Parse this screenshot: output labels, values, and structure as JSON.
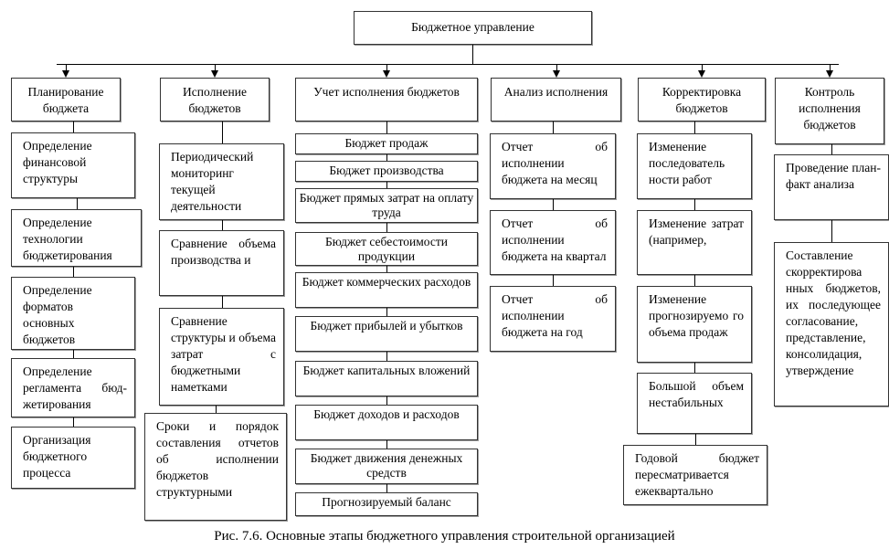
{
  "title": "Бюджетное управление",
  "columns": [
    {
      "header": "Планирование бюджета",
      "items": [
        "Определение финансовой структуры",
        "Определение технологии бюджетирования",
        "Определение форматов основных бюджетов",
        "Определение регламента бюд-жетирования",
        "Организация бюджетного процесса"
      ]
    },
    {
      "header": "Исполнение бюджетов",
      "items": [
        "Периодический мониторинг текущей деятельности",
        "Сравнение объема производства и",
        "Сравнение структуры и объема затрат с бюджетными наметками",
        "Сроки и порядок составления отчетов об исполнении бюджетов структурными"
      ]
    },
    {
      "header": "Учет исполнения бюджетов",
      "items": [
        "Бюджет продаж",
        "Бюджет производства",
        "Бюджет прямых затрат на оплату труда",
        "Бюджет себестоимости продукции",
        "Бюджет коммерческих расходов",
        "Бюджет прибылей и убытков",
        "Бюджет капитальных вложений",
        "Бюджет доходов и расходов",
        "Бюджет движения денежных средств",
        "Прогнозируемый баланс"
      ]
    },
    {
      "header": "Анализ исполнения",
      "items": [
        "Отчет об исполнении бюджета на месяц",
        "Отчет об исполнении бюджета на квартал",
        "Отчет об исполнении бюджета на год"
      ]
    },
    {
      "header": "Корректировка бюджетов",
      "items": [
        "Изменение последователь ности работ",
        "Изменение затрат (например,",
        "Изменение прогнозируемо го объема продаж",
        "Большой объем нестабильных",
        "Годовой бюджет пересматривается ежеквартально"
      ]
    },
    {
      "header": "Контроль исполнения бюджетов",
      "items": [
        "Проведение план-факт анализа",
        "Составление скорректирова нных бюджетов, их последующее согласование, представление, консолидация, утверждение"
      ]
    }
  ],
  "caption": "Рис. 7.6.   Основные этапы бюджетного управления строительной организацией"
}
